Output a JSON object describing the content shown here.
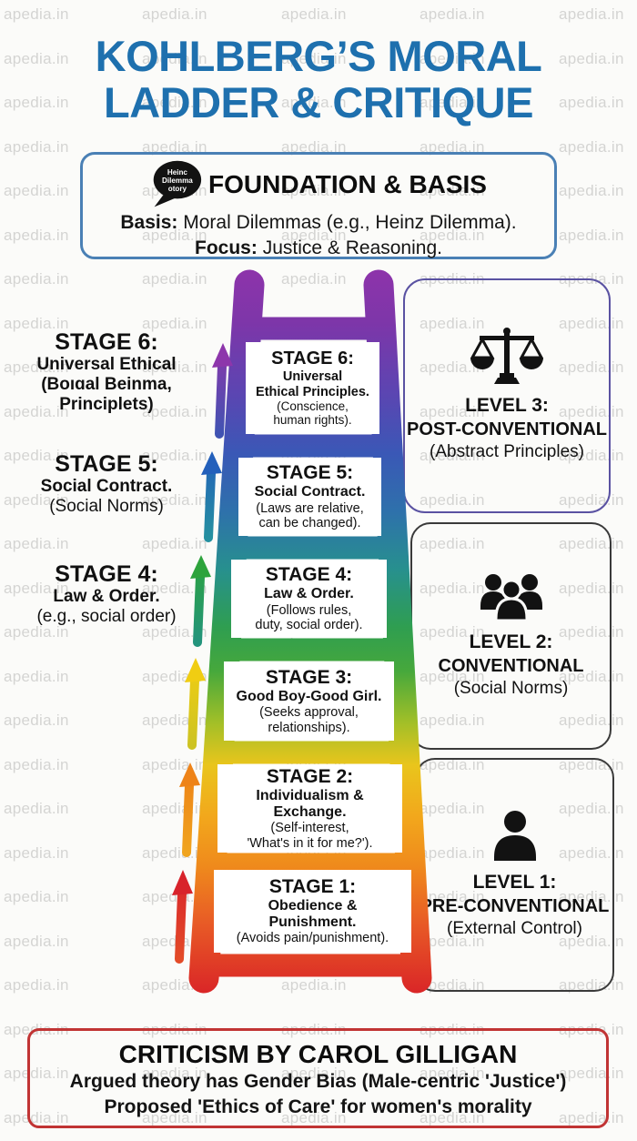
{
  "watermark": {
    "text": "apedia.in"
  },
  "title": {
    "line1": "KOHLBERG’S MORAL",
    "line2": "LADDER & CRITIQUE"
  },
  "foundation": {
    "bubble_icon": {
      "line1": "Heinc",
      "line2": "Dilemma",
      "line3": "otory"
    },
    "heading": "FOUNDATION & BASIS",
    "basis_label": "Basis:",
    "basis_text": " Moral Dilemmas (e.g., Heinz Dilemma).",
    "focus_label": "Focus:",
    "focus_text": " Justice & Reasoning."
  },
  "left_labels": {
    "stage6": {
      "title": "STAGE 6:",
      "line1": "Universal Ethical",
      "line2": "(Boıɑal Beinma,",
      "line3": "Principlets)"
    },
    "stage5": {
      "title": "STAGE 5:",
      "line1": "Social Contract.",
      "line2": "(Social Norms)"
    },
    "stage4": {
      "title": "STAGE 4:",
      "line1": "Law & Order.",
      "line2": "(e.g., social order)"
    }
  },
  "ladder": {
    "stage6": {
      "title": "STAGE 6:",
      "line1": "Universal",
      "line2": "Ethical Principles.",
      "line3": "(Conscience,",
      "line4": "human rights)."
    },
    "stage5": {
      "title": "STAGE 5:",
      "line1": "Social Contract.",
      "line2": "(Laws are relative,",
      "line3": "can be changed)."
    },
    "stage4": {
      "title": "STAGE 4:",
      "line1": "Law & Order.",
      "line2": "(Follows rules,",
      "line3": "duty, social order)."
    },
    "stage3": {
      "title": "STAGE 3:",
      "line1": "Good Boy-Good Girl.",
      "line2": "(Seeks approval,",
      "line3": "relationships)."
    },
    "stage2": {
      "title": "STAGE 2:",
      "line1": "Individualism &",
      "line2": "Exchange.",
      "line3": "(Self-interest,",
      "line4": "'What's in it for me?')."
    },
    "stage1": {
      "title": "STAGE 1:",
      "line1": "Obedience &",
      "line2": "Punishment.",
      "line3": "(Avoids pain/punishment)."
    }
  },
  "levels": {
    "level3": {
      "title": "LEVEL 3:",
      "name": "POST-CONVENTIONAL",
      "sub": "(Abstract Principles)",
      "icon": "scales-of-justice-icon"
    },
    "level2": {
      "title": "LEVEL 2:",
      "name": "CONVENTIONAL",
      "sub": "(Social Norms)",
      "icon": "people-group-icon"
    },
    "level1": {
      "title": "LEVEL 1:",
      "name": "PRE-CONVENTIONAL",
      "sub": "(External Control)",
      "icon": "person-icon"
    }
  },
  "criticism": {
    "heading": "CRITICISM BY CAROL GILLIGAN",
    "line1": "Argued theory has Gender Bias (Male-centric 'Justice')",
    "line2": "Proposed 'Ethics of Care' for women's morality"
  },
  "colors": {
    "title_blue": "#1e70ae",
    "foundation_border": "#4a80b5",
    "level3_border": "#5a52a2",
    "level_border_dark": "#3a3a3a",
    "criticism_border": "#c13434",
    "ladder_purple": "#8c34aa",
    "ladder_blue": "#3a58b6",
    "ladder_green": "#2f9e50",
    "ladder_yellow": "#e9c51c",
    "ladder_orange": "#ef8a1c",
    "ladder_red": "#d92327"
  }
}
